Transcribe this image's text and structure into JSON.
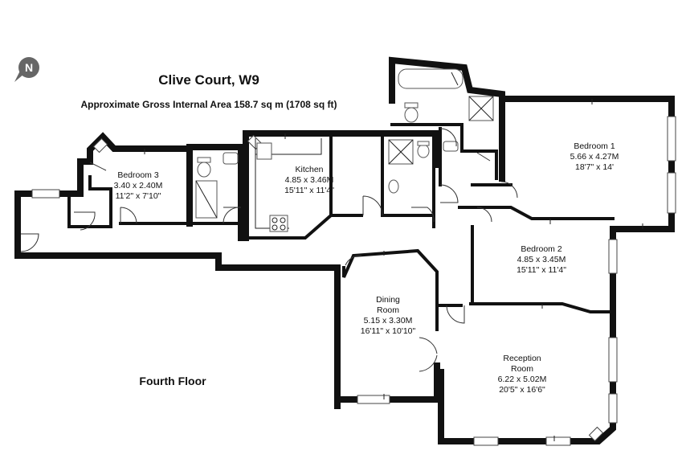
{
  "header": {
    "title": "Clive Court, W9",
    "area": "Approximate Gross Internal Area  158.7 sq m  (1708 sq ft)"
  },
  "floor_label": "Fourth Floor",
  "compass": {
    "icon": "north-compass-icon",
    "letter": "N"
  },
  "rooms": [
    {
      "id": "bedroom3",
      "name": "Bedroom 3",
      "metric": "3.40 x 2.40M",
      "imperial": "11'2\" x 7'10\""
    },
    {
      "id": "kitchen",
      "name": "Kitchen",
      "metric": "4.85 x 3.46M",
      "imperial": "15'11\" x 11'4\""
    },
    {
      "id": "bedroom1",
      "name": "Bedroom 1",
      "metric": "5.66 x 4.27M",
      "imperial": "18'7\" x 14'"
    },
    {
      "id": "bedroom2",
      "name": "Bedroom 2",
      "metric": "4.85 x 3.45M",
      "imperial": "15'11\" x 11'4\""
    },
    {
      "id": "dining",
      "name": "Dining",
      "name2": "Room",
      "metric": "5.15 x 3.30M",
      "imperial": "16'11\" x 10'10\""
    },
    {
      "id": "reception",
      "name": "Reception",
      "name2": "Room",
      "metric": "6.22 x 5.02M",
      "imperial": "20'5\" x 16'6\""
    }
  ]
}
